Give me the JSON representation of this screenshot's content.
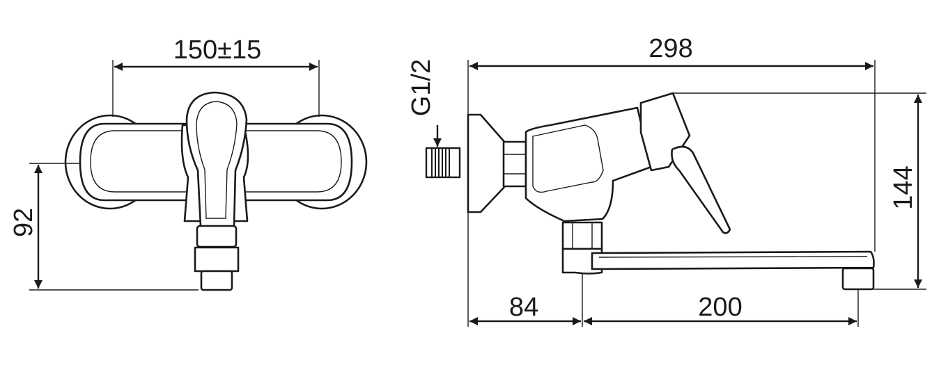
{
  "dimensions": {
    "front_width": "150±15",
    "front_height": "92",
    "thread": "G1/2",
    "side_overall": "298",
    "side_height": "144",
    "side_wall_offset": "84",
    "side_spout": "200"
  },
  "colors": {
    "line": "#1a1a1a",
    "background": "#ffffff"
  }
}
